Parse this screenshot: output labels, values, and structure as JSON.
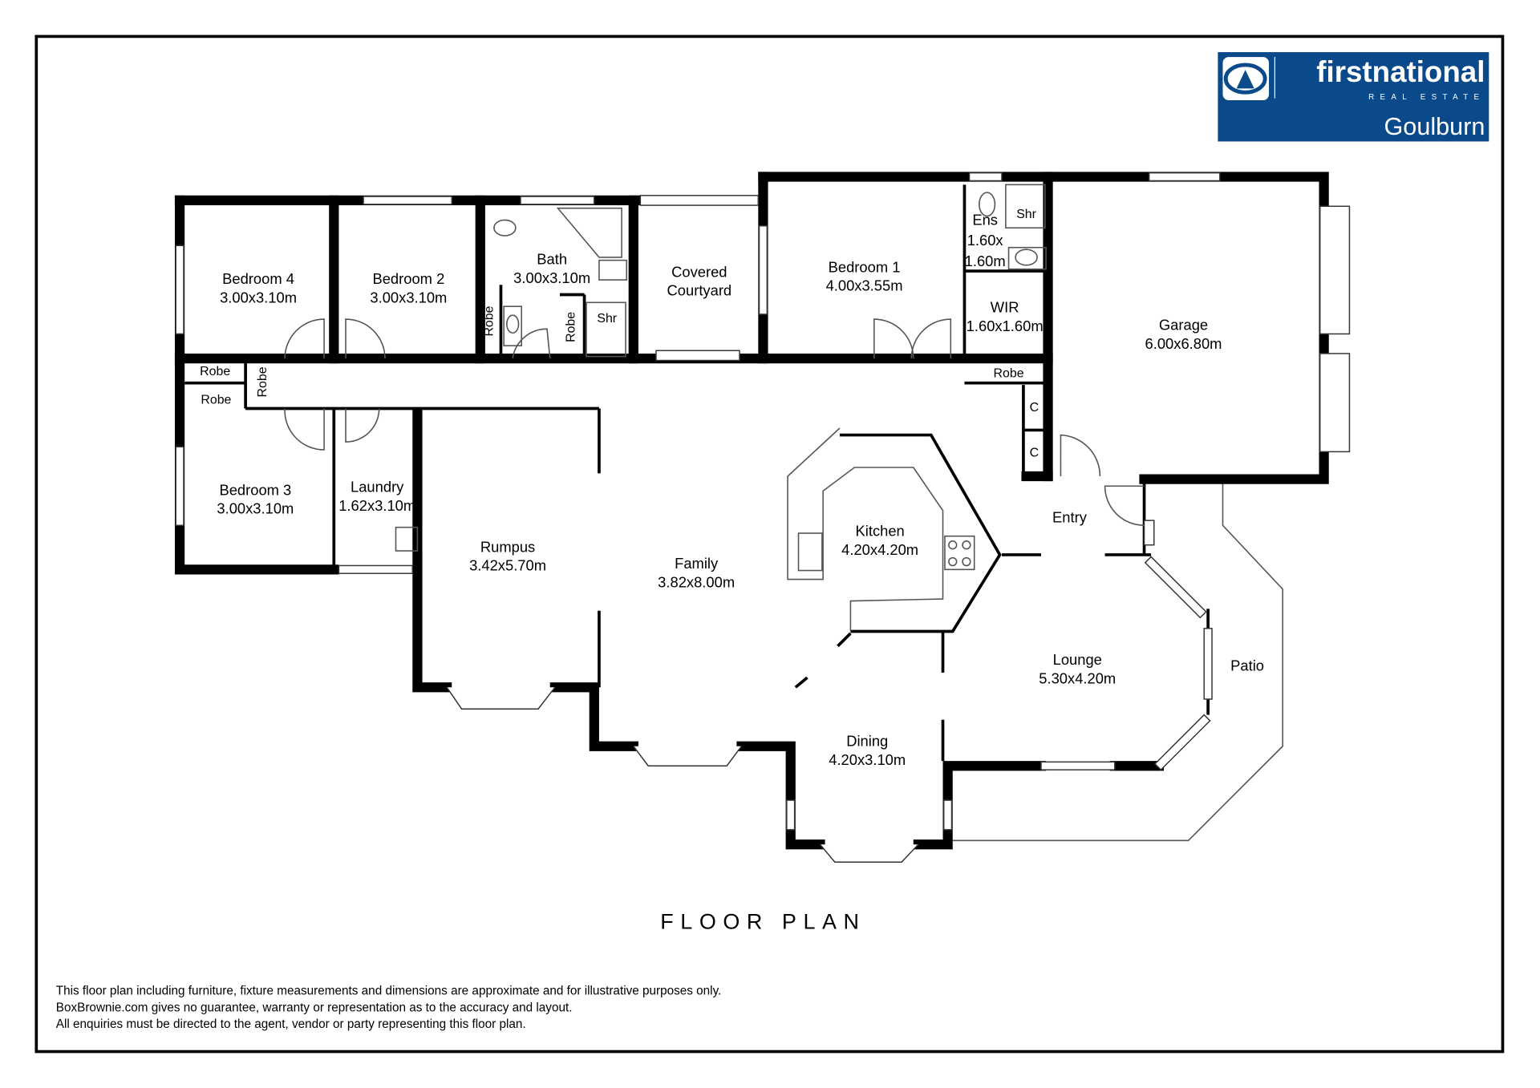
{
  "logo": {
    "brand": "firstnational",
    "sub": "REAL ESTATE",
    "office": "Goulburn",
    "color": "#0a4a8a"
  },
  "title": "FLOOR PLAN",
  "rooms": {
    "bedroom4": {
      "name": "Bedroom 4",
      "size": "3.00x3.10m"
    },
    "bedroom2": {
      "name": "Bedroom 2",
      "size": "3.00x3.10m"
    },
    "bath": {
      "name": "Bath",
      "size": "3.00x3.10m"
    },
    "courtyard": {
      "name": "Covered",
      "size": "Courtyard"
    },
    "bedroom1": {
      "name": "Bedroom 1",
      "size": "4.00x3.55m"
    },
    "ens": {
      "name": "Ens",
      "size1": "1.60x",
      "size2": "1.60m"
    },
    "wir": {
      "name": "WIR",
      "size": "1.60x1.60m"
    },
    "garage": {
      "name": "Garage",
      "size": "6.00x6.80m"
    },
    "bedroom3": {
      "name": "Bedroom 3",
      "size": "3.00x3.10m"
    },
    "laundry": {
      "name": "Laundry",
      "size": "1.62x3.10m"
    },
    "rumpus": {
      "name": "Rumpus",
      "size": "3.42x5.70m"
    },
    "family": {
      "name": "Family",
      "size": "3.82x8.00m"
    },
    "kitchen": {
      "name": "Kitchen",
      "size": "4.20x4.20m"
    },
    "entry": {
      "name": "Entry"
    },
    "lounge": {
      "name": "Lounge",
      "size": "5.30x4.20m"
    },
    "patio": {
      "name": "Patio"
    },
    "dining": {
      "name": "Dining",
      "size": "4.20x3.10m"
    }
  },
  "fixtures": {
    "robe": "Robe",
    "shr": "Shr",
    "cupboard": "C"
  },
  "disclaimer": [
    "This floor plan including furniture, fixture measurements and dimensions are approximate and for illustrative purposes only.",
    "BoxBrownie.com gives no guarantee, warranty or representation as to the accuracy and layout.",
    "All enquiries must be directed to the agent, vendor or party representing this floor plan."
  ]
}
